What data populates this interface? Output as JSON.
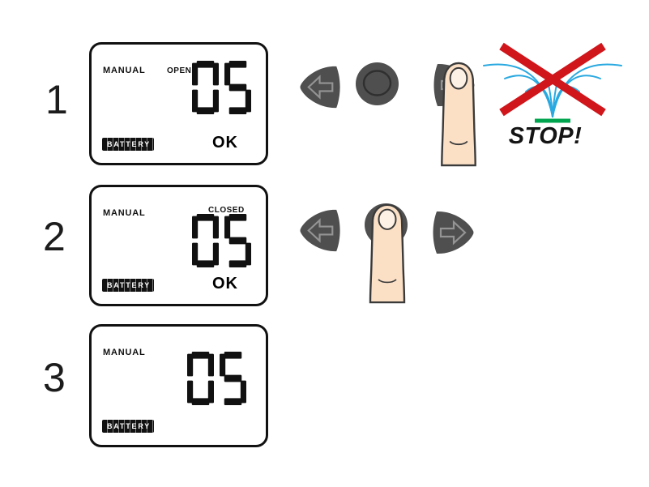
{
  "steps": [
    {
      "number": "1",
      "lcd": {
        "mode": "MANUAL",
        "state": "OPEN",
        "digits": "05",
        "battery": "BATTERY",
        "ok": "OK"
      }
    },
    {
      "number": "2",
      "lcd": {
        "mode": "MANUAL",
        "state": "CLOSED",
        "digits": "05",
        "battery": "BATTERY",
        "ok": "OK"
      }
    },
    {
      "number": "3",
      "lcd": {
        "mode": "MANUAL",
        "digits": "05",
        "battery": "BATTERY"
      }
    }
  ],
  "stop_label": "STOP!",
  "colors": {
    "lcd_border": "#111111",
    "segment_black": "#111111",
    "button_fill": "#4f4f4f",
    "button_stroke": "#2f2f2f",
    "arrow_outline": "#949494",
    "finger_skin": "#fbe0c6",
    "finger_nail": "#fdf0e4",
    "finger_outline": "#3a3a3a",
    "spray_blue": "#2aa9e0",
    "cross_red": "#d0151b",
    "base_green": "#00a44f"
  },
  "icons": {
    "left_button": "arrow-left-button",
    "center_button": "round-button",
    "right_button": "arrow-right-button",
    "finger": "pressing-finger",
    "sprinkler": "sprinkler-spray",
    "cross": "stop-cross"
  }
}
